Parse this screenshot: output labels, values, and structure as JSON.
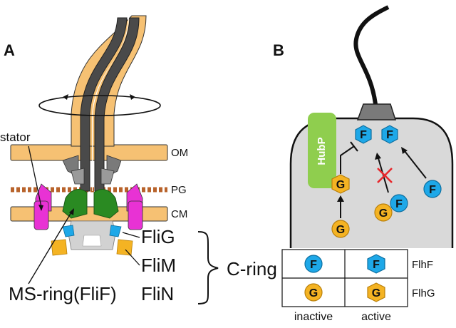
{
  "panels": {
    "a": "A",
    "b": "B"
  },
  "panel_a": {
    "stator": "stator",
    "om": "OM",
    "pg": "PG",
    "cm": "CM",
    "flig": "FliG",
    "flim": "FliM",
    "flin": "FliN",
    "ms_ring": "MS-ring(FliF)",
    "c_ring": "C-ring"
  },
  "panel_b": {
    "hubp": "HubP",
    "f": "F",
    "g": "G",
    "legend": {
      "rows": [
        "FlhF",
        "FlhG"
      ],
      "cols": [
        "inactive",
        "active"
      ]
    }
  },
  "colors": {
    "membrane": "#f6c173",
    "flagellum": "#4a4a4a",
    "hook": "#7a7a7a",
    "peptidoglycan": "#b8632b",
    "stator": "#e832d4",
    "ms_ring": "#2a8a22",
    "flig": "#1ea8e8",
    "flim": "#f4b323",
    "hubp": "#8fce4e",
    "cell": "#d9d9d9",
    "inhibit_x": "#e8282c"
  }
}
